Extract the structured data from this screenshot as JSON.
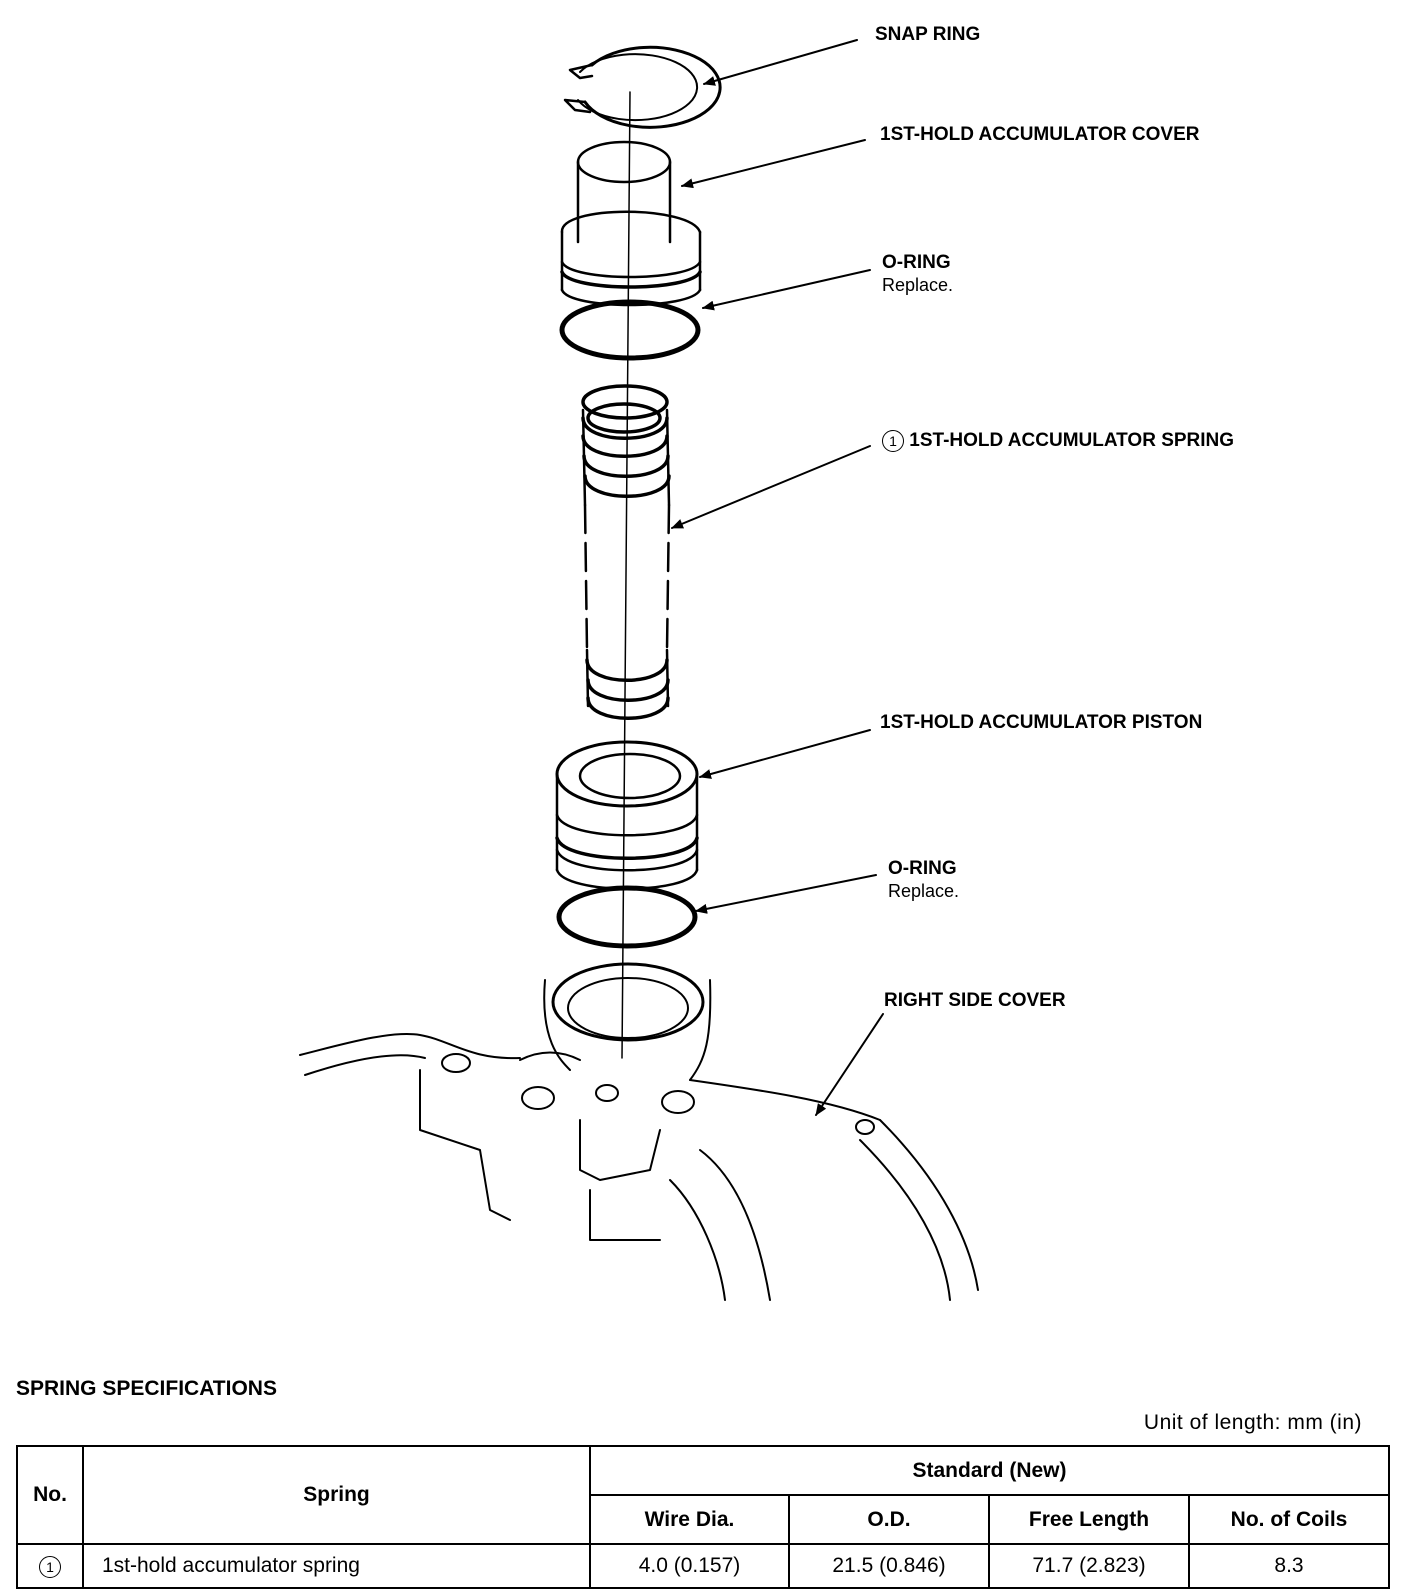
{
  "callouts": {
    "snap_ring": "SNAP RING",
    "cover": "1ST-HOLD ACCUMULATOR COVER",
    "o_ring_top": "O-RING",
    "o_ring_top_note": "Replace.",
    "spring_num": "1",
    "spring": "1ST-HOLD ACCUMULATOR SPRING",
    "piston": "1ST-HOLD ACCUMULATOR PISTON",
    "o_ring_bottom": "O-RING",
    "o_ring_bottom_note": "Replace.",
    "right_side_cover": "RIGHT SIDE COVER"
  },
  "spec": {
    "title": "SPRING SPECIFICATIONS",
    "unit_note": "Unit of length: mm (in)",
    "headers": {
      "no": "No.",
      "spring": "Spring",
      "standard": "Standard (New)",
      "wire_dia": "Wire Dia.",
      "od": "O.D.",
      "free_length": "Free Length",
      "coils": "No. of Coils"
    },
    "rows": [
      {
        "no": "1",
        "spring": "1st-hold accumulator spring",
        "wire_dia": "4.0 (0.157)",
        "od": "21.5 (0.846)",
        "free_length": "71.7 (2.823)",
        "coils": "8.3"
      }
    ]
  }
}
